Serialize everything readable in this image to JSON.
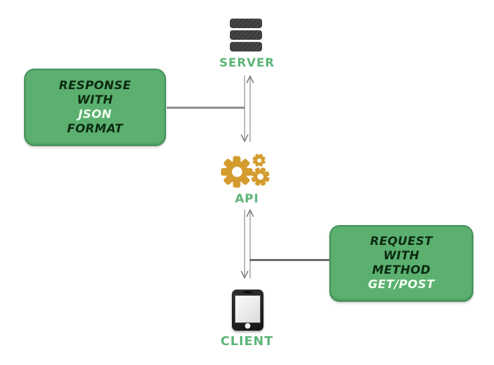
{
  "colors": {
    "box_green": "#5bb06f",
    "label_green": "#5cb577",
    "box_text_dark": "#0d2a12",
    "box_text_light": "#f0fcf0",
    "gear_gold": "#d49c2e",
    "server_gray": "#3b3b3b",
    "phone_black": "#202020",
    "connector_gray": "#8a8a8a"
  },
  "nodes": {
    "server": {
      "label": "SERVER",
      "icon": "server-stack-icon"
    },
    "api": {
      "label": "API",
      "icon": "gears-icon"
    },
    "client": {
      "label": "CLIENT",
      "icon": "smartphone-icon"
    }
  },
  "callouts": {
    "response": {
      "attached_to": "SERVER-API link",
      "lines": [
        {
          "text": "RESPONSE",
          "tone": "dark"
        },
        {
          "text": "WITH",
          "tone": "dark"
        },
        {
          "text": "JSON",
          "tone": "light"
        },
        {
          "text": "FORMAT",
          "tone": "dark"
        }
      ]
    },
    "request": {
      "attached_to": "API-CLIENT link",
      "lines": [
        {
          "text": "REQUEST",
          "tone": "dark"
        },
        {
          "text": "WITH",
          "tone": "dark"
        },
        {
          "text": "METHOD",
          "tone": "dark"
        },
        {
          "text": "GET/POST",
          "tone": "light"
        }
      ]
    }
  },
  "flows": [
    {
      "from": "SERVER",
      "to": "API",
      "direction": "down"
    },
    {
      "from": "API",
      "to": "SERVER",
      "direction": "up"
    },
    {
      "from": "API",
      "to": "CLIENT",
      "direction": "down"
    },
    {
      "from": "CLIENT",
      "to": "API",
      "direction": "up"
    }
  ]
}
